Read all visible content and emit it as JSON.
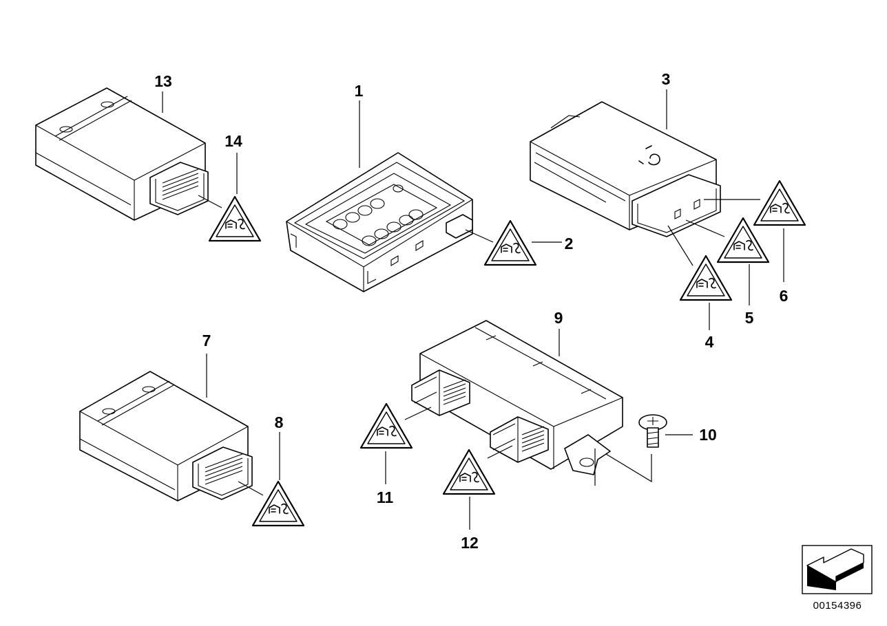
{
  "callouts": {
    "c1": "1",
    "c2": "2",
    "c3": "3",
    "c4": "4",
    "c5": "5",
    "c6": "6",
    "c7": "7",
    "c8": "8",
    "c9": "9",
    "c10": "10",
    "c11": "11",
    "c12": "12",
    "c13": "13",
    "c14": "14"
  },
  "diagram_code": "00154396",
  "icons": {
    "warning_triangle": "ecu-warning-triangle-icon",
    "orientation_arrow": "orientation-arrow-icon"
  }
}
